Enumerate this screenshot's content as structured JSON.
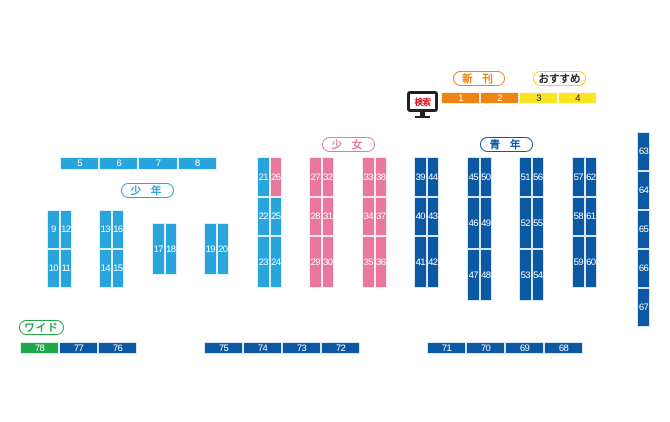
{
  "search_label": "検索",
  "sections": {
    "shinkan": "新 刊",
    "osusume": "おすすめ",
    "shonen": "少 年",
    "shojo": "少 女",
    "seinen": "青 年",
    "wide": "ワイド"
  },
  "colors": {
    "shinkan": "#ee8413",
    "osusume": "#fae523",
    "shonen": "#29a4dd",
    "shojo": "#ea77a0",
    "seinen": "#0b59a5",
    "wide": "#20a74b",
    "search_text": "#d7121b"
  },
  "shelves": [
    {
      "label": "1",
      "category": "shinkan"
    },
    {
      "label": "2",
      "category": "shinkan"
    },
    {
      "label": "3",
      "category": "osusume"
    },
    {
      "label": "4",
      "category": "osusume"
    },
    {
      "label": "5",
      "category": "shonen"
    },
    {
      "label": "6",
      "category": "shonen"
    },
    {
      "label": "7",
      "category": "shonen"
    },
    {
      "label": "8",
      "category": "shonen"
    },
    {
      "label": "9",
      "category": "shonen"
    },
    {
      "label": "10",
      "category": "shonen"
    },
    {
      "label": "11",
      "category": "shonen"
    },
    {
      "label": "12",
      "category": "shonen"
    },
    {
      "label": "13",
      "category": "shonen"
    },
    {
      "label": "14",
      "category": "shonen"
    },
    {
      "label": "15",
      "category": "shonen"
    },
    {
      "label": "16",
      "category": "shonen"
    },
    {
      "label": "17",
      "category": "shonen"
    },
    {
      "label": "18",
      "category": "shonen"
    },
    {
      "label": "19",
      "category": "shonen"
    },
    {
      "label": "20",
      "category": "shonen"
    },
    {
      "label": "21",
      "category": "shonen"
    },
    {
      "label": "22",
      "category": "shonen"
    },
    {
      "label": "23",
      "category": "shonen"
    },
    {
      "label": "24",
      "category": "shonen"
    },
    {
      "label": "25",
      "category": "shonen"
    },
    {
      "label": "26",
      "category": "shojo"
    },
    {
      "label": "27",
      "category": "shojo"
    },
    {
      "label": "28",
      "category": "shojo"
    },
    {
      "label": "29",
      "category": "shojo"
    },
    {
      "label": "30",
      "category": "shojo"
    },
    {
      "label": "31",
      "category": "shojo"
    },
    {
      "label": "32",
      "category": "shojo"
    },
    {
      "label": "33",
      "category": "shojo"
    },
    {
      "label": "34",
      "category": "shojo"
    },
    {
      "label": "35",
      "category": "shojo"
    },
    {
      "label": "36",
      "category": "shojo"
    },
    {
      "label": "37",
      "category": "shojo"
    },
    {
      "label": "38",
      "category": "shojo"
    },
    {
      "label": "39",
      "category": "seinen"
    },
    {
      "label": "40",
      "category": "seinen"
    },
    {
      "label": "41",
      "category": "seinen"
    },
    {
      "label": "42",
      "category": "seinen"
    },
    {
      "label": "43",
      "category": "seinen"
    },
    {
      "label": "44",
      "category": "seinen"
    },
    {
      "label": "45",
      "category": "seinen"
    },
    {
      "label": "46",
      "category": "seinen"
    },
    {
      "label": "47",
      "category": "seinen"
    },
    {
      "label": "48",
      "category": "seinen"
    },
    {
      "label": "49",
      "category": "seinen"
    },
    {
      "label": "50",
      "category": "seinen"
    },
    {
      "label": "51",
      "category": "seinen"
    },
    {
      "label": "52",
      "category": "seinen"
    },
    {
      "label": "53",
      "category": "seinen"
    },
    {
      "label": "54",
      "category": "seinen"
    },
    {
      "label": "55",
      "category": "seinen"
    },
    {
      "label": "56",
      "category": "seinen"
    },
    {
      "label": "57",
      "category": "seinen"
    },
    {
      "label": "58",
      "category": "seinen"
    },
    {
      "label": "59",
      "category": "seinen"
    },
    {
      "label": "60",
      "category": "seinen"
    },
    {
      "label": "61",
      "category": "seinen"
    },
    {
      "label": "62",
      "category": "seinen"
    },
    {
      "label": "63",
      "category": "seinen"
    },
    {
      "label": "64",
      "category": "seinen"
    },
    {
      "label": "65",
      "category": "seinen"
    },
    {
      "label": "66",
      "category": "seinen"
    },
    {
      "label": "67",
      "category": "seinen"
    },
    {
      "label": "68",
      "category": "seinen"
    },
    {
      "label": "69",
      "category": "seinen"
    },
    {
      "label": "70",
      "category": "seinen"
    },
    {
      "label": "71",
      "category": "seinen"
    },
    {
      "label": "72",
      "category": "seinen"
    },
    {
      "label": "73",
      "category": "seinen"
    },
    {
      "label": "74",
      "category": "seinen"
    },
    {
      "label": "75",
      "category": "seinen"
    },
    {
      "label": "76",
      "category": "seinen"
    },
    {
      "label": "77",
      "category": "seinen"
    },
    {
      "label": "78",
      "category": "wide"
    }
  ]
}
